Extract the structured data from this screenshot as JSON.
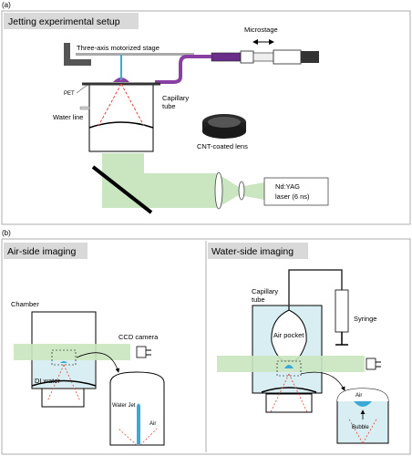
{
  "panel_a": {
    "tag": "(a)",
    "title": "Jetting experimental setup",
    "labels": {
      "stage": "Three-axis motorized stage",
      "microstage": "Microstage",
      "pet": "PET",
      "capillary_1": "Capillary",
      "capillary_2": "tube",
      "water_line": "Water line",
      "lens": "CNT-coated lens",
      "laser_1": "Nd:YAG",
      "laser_2": "laser (6 ns)"
    }
  },
  "panel_b": {
    "tag": "(b)",
    "left": {
      "title": "Air-side imaging",
      "chamber": "Chamber",
      "camera": "CCD camera",
      "water": "DI water",
      "jet": "Water Jet",
      "air": "Air"
    },
    "right": {
      "title": "Water-side imaging",
      "capillary_1": "Capillary",
      "capillary_2": "tube",
      "air_pocket": "Air pocket",
      "syringe": "Syringe",
      "air": "Air",
      "bubble": "Bubble"
    }
  },
  "colors": {
    "header_bg": "#d9d9d9",
    "beam": "#c9e6c0",
    "laser_beam": "#a9dcc0",
    "water_blue": "#d9eef3",
    "purple": "#8a3fa5",
    "jet_blue": "#3aa9d6",
    "dashed_red": "#e0443a"
  }
}
